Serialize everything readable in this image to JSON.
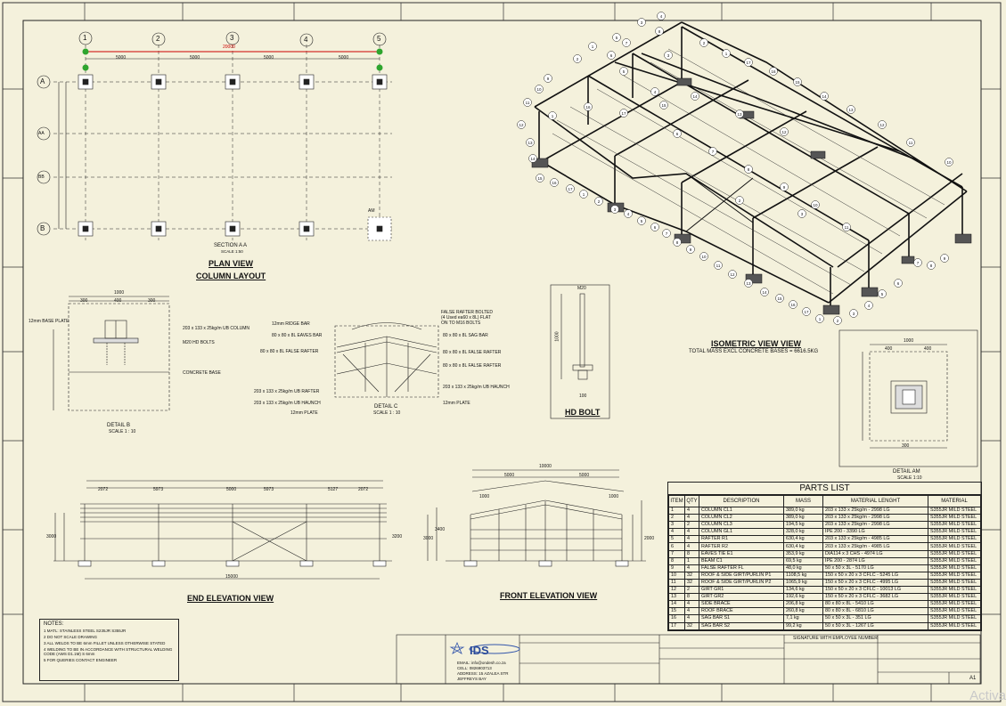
{
  "grid": {
    "columns": [
      "1",
      "2",
      "3",
      "4",
      "5"
    ],
    "rows": [
      "A",
      "AA",
      "BB",
      "B"
    ],
    "top_dims": [
      "5000",
      "5000",
      "5000",
      "5000"
    ],
    "overall_dim": "20000"
  },
  "plan_view": {
    "section_label": "SECTION A A",
    "section_scale": "SCALE 1:50",
    "title": "PLAN VIEW",
    "subtitle": "COLUMN LAYOUT",
    "am_marker": "AM"
  },
  "detail_b": {
    "title": "DETAIL B",
    "scale": "SCALE 1 : 10",
    "labels": [
      "12mm BASE PLATE",
      "203 x 133 x 25kg/m UB COLUMN",
      "M20 HD BOLTS",
      "CONCRETE BASE"
    ],
    "dims": [
      "1000",
      "300",
      "400",
      "300"
    ]
  },
  "detail_c": {
    "title": "DETAIL C",
    "scale": "SCALE 1 : 10",
    "labels_left": [
      "12mm RIDGE BAR",
      "80 x 80 x 8L EAVES BAR",
      "80 x 80 x 8L FALSE RAFTER",
      "203 x 133 x 25kg/m UB RAFTER",
      "203 x 133 x 25kg/m UB HAUNCH",
      "12mm PLATE"
    ],
    "labels_right": [
      "FALSE RAFTER BOLTED (4 Used ea60 x 8L) FLAT ON TO M16 BOLTS",
      "80 x 80 x 8L SAG BAR",
      "80 x 80 x 8L FALSE RAFTER",
      "80 x 80 x 8L FALSE RAFTER",
      "203 x 133 x 25kg/m UB HAUNCH",
      "12mm PLATE"
    ]
  },
  "hd_bolt": {
    "title": "HD BOLT",
    "dims": [
      "M20",
      "1000",
      "100"
    ]
  },
  "isometric": {
    "title": "ISOMETRIC VIEW VIEW",
    "subtitle": "TOTAL MASS EXCL CONCRETE BASES = 6616.5KG",
    "balloons": [
      "1",
      "2",
      "3",
      "4",
      "5",
      "6",
      "7",
      "8",
      "9",
      "10",
      "11",
      "12",
      "13",
      "14",
      "15",
      "16",
      "17"
    ]
  },
  "detail_am": {
    "title": "DETAIL AM",
    "scale": "SCALE 1:10",
    "dims": [
      "1000",
      "400",
      "400",
      "300"
    ]
  },
  "end_elevation": {
    "title": "END ELEVATION VIEW",
    "dims": [
      "2072",
      "5973",
      "5000",
      "5973",
      "5127",
      "2072"
    ],
    "overall": "15000",
    "side_dims": [
      "3000",
      "3200"
    ]
  },
  "front_elevation": {
    "title": "FRONT ELEVATION VIEW",
    "dims": [
      "10000",
      "5000",
      "5000",
      "1000",
      "1000"
    ],
    "side_dims": [
      "3000",
      "3400",
      "2000"
    ]
  },
  "notes": {
    "heading": "NOTES:",
    "items": [
      "1   MATL: STAINLESS STEEL S235JR S355JR",
      "2   DO NOT SCALE DRAWING",
      "3   ALL WELDS TO BE 6mm FILLET UNLESS OTHERWISE STATED",
      "4   WELDING TO BE IN ACCORDANCE WITH STRUCTURAL WELDING CODE (AWS D1.1M) S 6mm",
      "5   FOR QUERIES CONTACT ENGINEER"
    ]
  },
  "parts_list": {
    "title": "PARTS LIST",
    "headers": [
      "ITEM",
      "QTY",
      "DESCRIPTION",
      "MASS",
      "MATERIAL LENGHT",
      "MATERIAL"
    ],
    "rows": [
      [
        "1",
        "4",
        "COLUMN CL1",
        "389,0 kg",
        "203 x 133 x 25kg/m - 2998 LG",
        "S355JR MILD STEEL"
      ],
      [
        "2",
        "4",
        "COLUMN CL2",
        "389,0 kg",
        "203 x 133 x 25kg/m - 2998 LG",
        "S355JR MILD STEEL"
      ],
      [
        "3",
        "2",
        "COLUMN CL3",
        "194,5 kg",
        "203 x 133 x 25kg/m - 2998 LG",
        "S355JR MILD STEEL"
      ],
      [
        "4",
        "4",
        "COLUMN GL1",
        "328,0 kg",
        "IPE 200 - 3390 LG",
        "S355JR MILD STEEL"
      ],
      [
        "5",
        "4",
        "RAFTER R1",
        "630,4 kg",
        "203 x 133 x 25kg/m - 4985 LG",
        "S355JR MILD STEEL"
      ],
      [
        "6",
        "4",
        "RAFTER R2",
        "630,4 kg",
        "203 x 133 x 25kg/m - 4985 LG",
        "S355JR MILD STEEL"
      ],
      [
        "7",
        "8",
        "EAVES TIE E1",
        "353,9 kg",
        "DIA114 x 3 CHS - 4974 LG",
        "S355JR MILD STEEL"
      ],
      [
        "8",
        "1",
        "BEAM C1",
        "69,5 kg",
        "IPE 200 - 2874 LG",
        "S355JR MILD STEEL"
      ],
      [
        "9",
        "4",
        "FALSE RAFTER FL",
        "48,0 kg",
        "50 x 50 x 3L - 5170 LG",
        "S355JR MILD STEEL"
      ],
      [
        "10",
        "32",
        "ROOF & SIDE GIRT/PURLIN P1",
        "1108,5 kg",
        "150 x 50 x 20 x 3 CFLC - 5245 LG",
        "S355JR MILD STEEL"
      ],
      [
        "11",
        "32",
        "ROOF & SIDE GIRT/PURLIN P2",
        "1065,9 kg",
        "150 x 50 x 20 x 3 CFLC - 4995 LG",
        "S355JR MILD STEEL"
      ],
      [
        "12",
        "2",
        "GIRT GR1",
        "134,6 kg",
        "150 x 50 x 20 x 3 CFLC - 10013 LG",
        "S355JR MILD STEEL"
      ],
      [
        "13",
        "8",
        "GIRT GR2",
        "192,6 kg",
        "150 x 50 x 20 x 3 CFLC - 3682 LG",
        "S355JR MILD STEEL"
      ],
      [
        "14",
        "4",
        "SIDE BRACE",
        "206,8 kg",
        "80 x 80 x 8L - 5410 LG",
        "S355JR MILD STEEL"
      ],
      [
        "15",
        "4",
        "ROOF BRACE",
        "260,8 kg",
        "80 x 80 x 8L - 6810 LG",
        "S355JR MILD STEEL"
      ],
      [
        "16",
        "4",
        "SAG BAR S1",
        "7,1 kg",
        "50 x 50 x 3L - 351 LG",
        "S355JR MILD STEEL"
      ],
      [
        "17",
        "32",
        "SAG BAR S2",
        "99,2 kg",
        "50 x 50 x 3L - 1267 LG",
        "S355JR MILD STEEL"
      ]
    ]
  },
  "title_block": {
    "email": "EMAIL: info@ondesh.co.za",
    "cell": "CELL: 0826903713",
    "address": "ADDRESS: 15 AZALEA STR",
    "city": "JEFFREYS BAY",
    "sign_caption": "SIGNATURE WITH EMPLOYEE NUMBER",
    "sheet_size": "A1"
  },
  "watermark": "Activa"
}
